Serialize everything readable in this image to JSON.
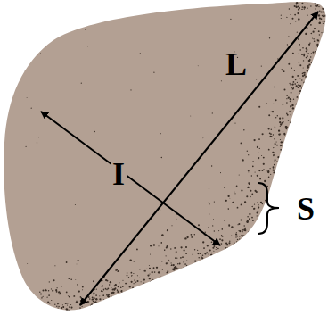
{
  "diagram": {
    "labels": [
      "L",
      "I",
      "S"
    ]
  }
}
